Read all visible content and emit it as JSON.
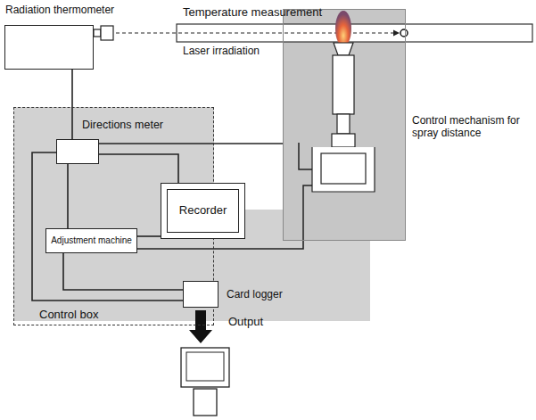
{
  "diagram": {
    "nodes": [
      {
        "text": [
          "Radiation thermometer"
        ]
      },
      {
        "text": [
          "Control box"
        ]
      },
      {
        "text": [
          "Directions meter"
        ],
        "in": 1
      },
      {
        "text": [
          "Adjustment machine"
        ],
        "in": 1
      },
      {
        "text": [
          "Recorder"
        ]
      },
      {
        "text": [
          "Control mechanism for spray distance"
        ]
      },
      {
        "text": [
          "Card logger"
        ]
      }
    ],
    "edges": [
      {
        "from": 0,
        "to": 2,
        "arrow": "none"
      },
      {
        "from": 2,
        "to": 4,
        "arrow": "none"
      },
      {
        "from": 2,
        "to": 3,
        "arrow": "none"
      },
      {
        "from": 2,
        "to": 5,
        "arrow": "none"
      },
      {
        "from": 3,
        "to": 4,
        "arrow": "none"
      },
      {
        "from": 3,
        "to": 5,
        "arrow": "none"
      },
      {
        "from": 3,
        "to": 6,
        "arrow": "none"
      },
      {
        "from": 2,
        "to": 6,
        "arrow": "none"
      }
    ],
    "labels": [
      "Temperature measurement",
      "Laser irradiation",
      "Output"
    ]
  }
}
